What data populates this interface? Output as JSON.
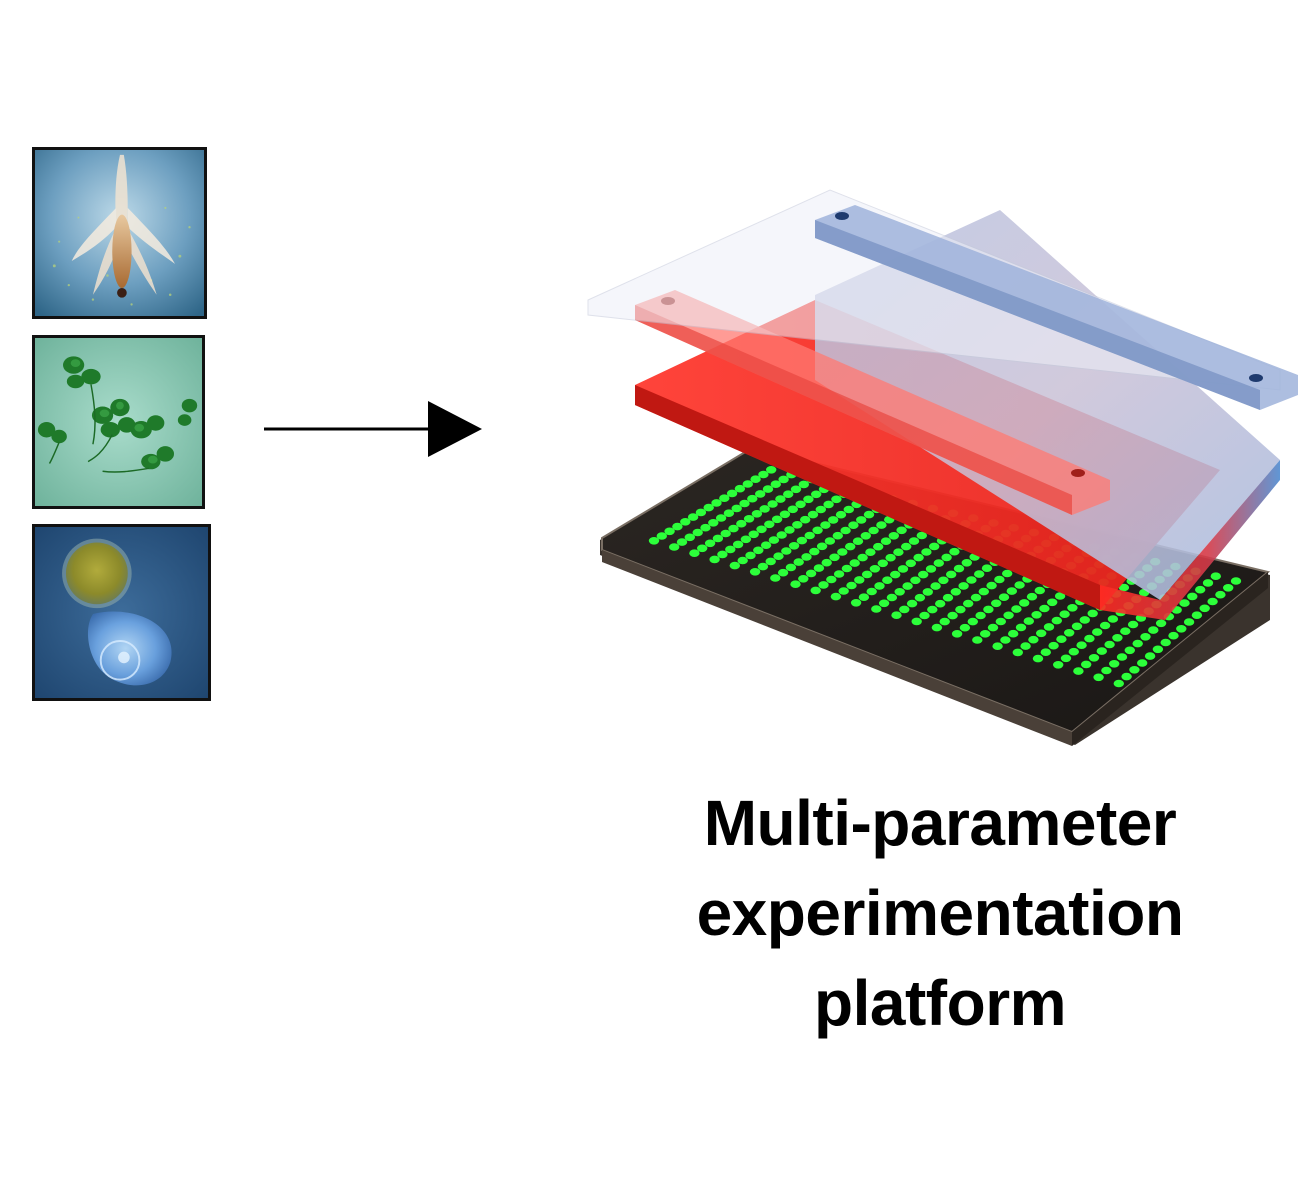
{
  "organism_panels": [
    {
      "subject": "brine-shrimp",
      "background": "#5a8eb0"
    },
    {
      "subject": "duckweed",
      "background": "#8fc8b4"
    },
    {
      "subject": "microalgae-cells",
      "background": "#2e5a86"
    }
  ],
  "platform": {
    "well_plate_body_color": "#2a2622",
    "well_color": "#2cff3a",
    "red_led_color": "#ff2a22",
    "blue_led_color": "#5b8fd6"
  },
  "caption": {
    "line1": "Multi-parameter",
    "line2": "experimentation",
    "line3": "platform"
  }
}
